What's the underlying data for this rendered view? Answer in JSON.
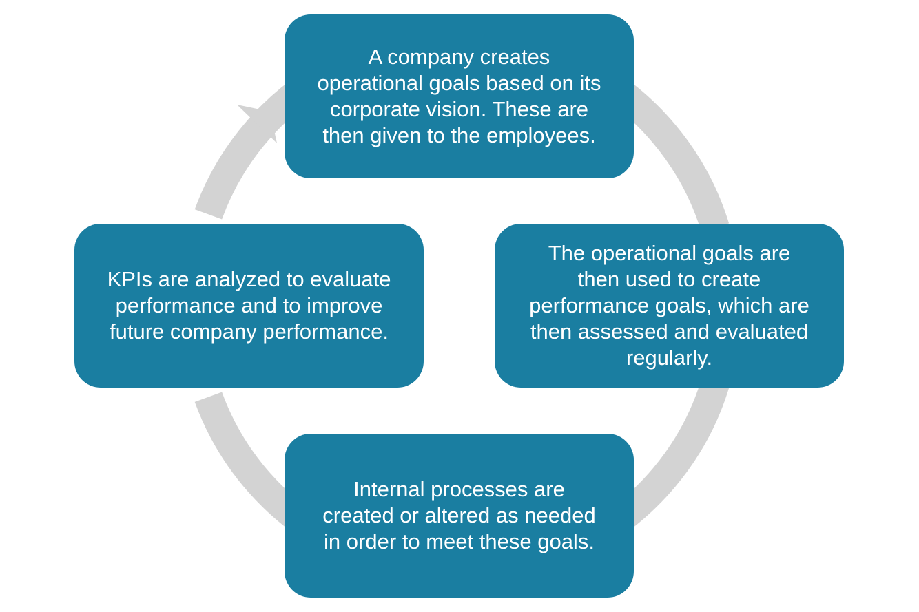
{
  "diagram": {
    "type": "cycle",
    "colors": {
      "box_fill": "#1a7ea1",
      "box_text": "#ffffff",
      "arrow": "#d3d3d3",
      "background": "#ffffff"
    },
    "steps": [
      {
        "position": "top",
        "text": "A company creates\noperational goals based on its\ncorporate vision. These are\nthen given to the employees."
      },
      {
        "position": "right",
        "text": "The operational goals are\nthen used to create\nperformance goals, which are\nthen assessed and evaluated\nregularly."
      },
      {
        "position": "bottom",
        "text": "Internal processes are\ncreated or altered as needed\nin order to meet these goals."
      },
      {
        "position": "left",
        "text": "KPIs are analyzed to evaluate\nperformance and to improve\nfuture company performance."
      }
    ],
    "flow_direction": "clockwise"
  }
}
